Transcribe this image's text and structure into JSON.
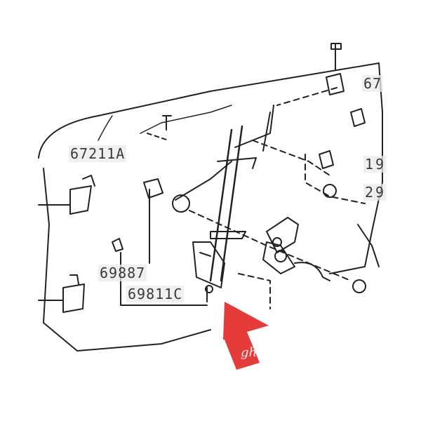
{
  "labels": {
    "l67211a": "67211A",
    "l69887": "69887",
    "l69811c": "69811C",
    "l67_top": "67",
    "l1_mark": "1",
    "l2_mark": "2",
    "l9_a": "9",
    "l9_b": "9"
  },
  "watermark": "gh",
  "colors": {
    "arrow": "#e63b3b",
    "line": "#222222"
  }
}
